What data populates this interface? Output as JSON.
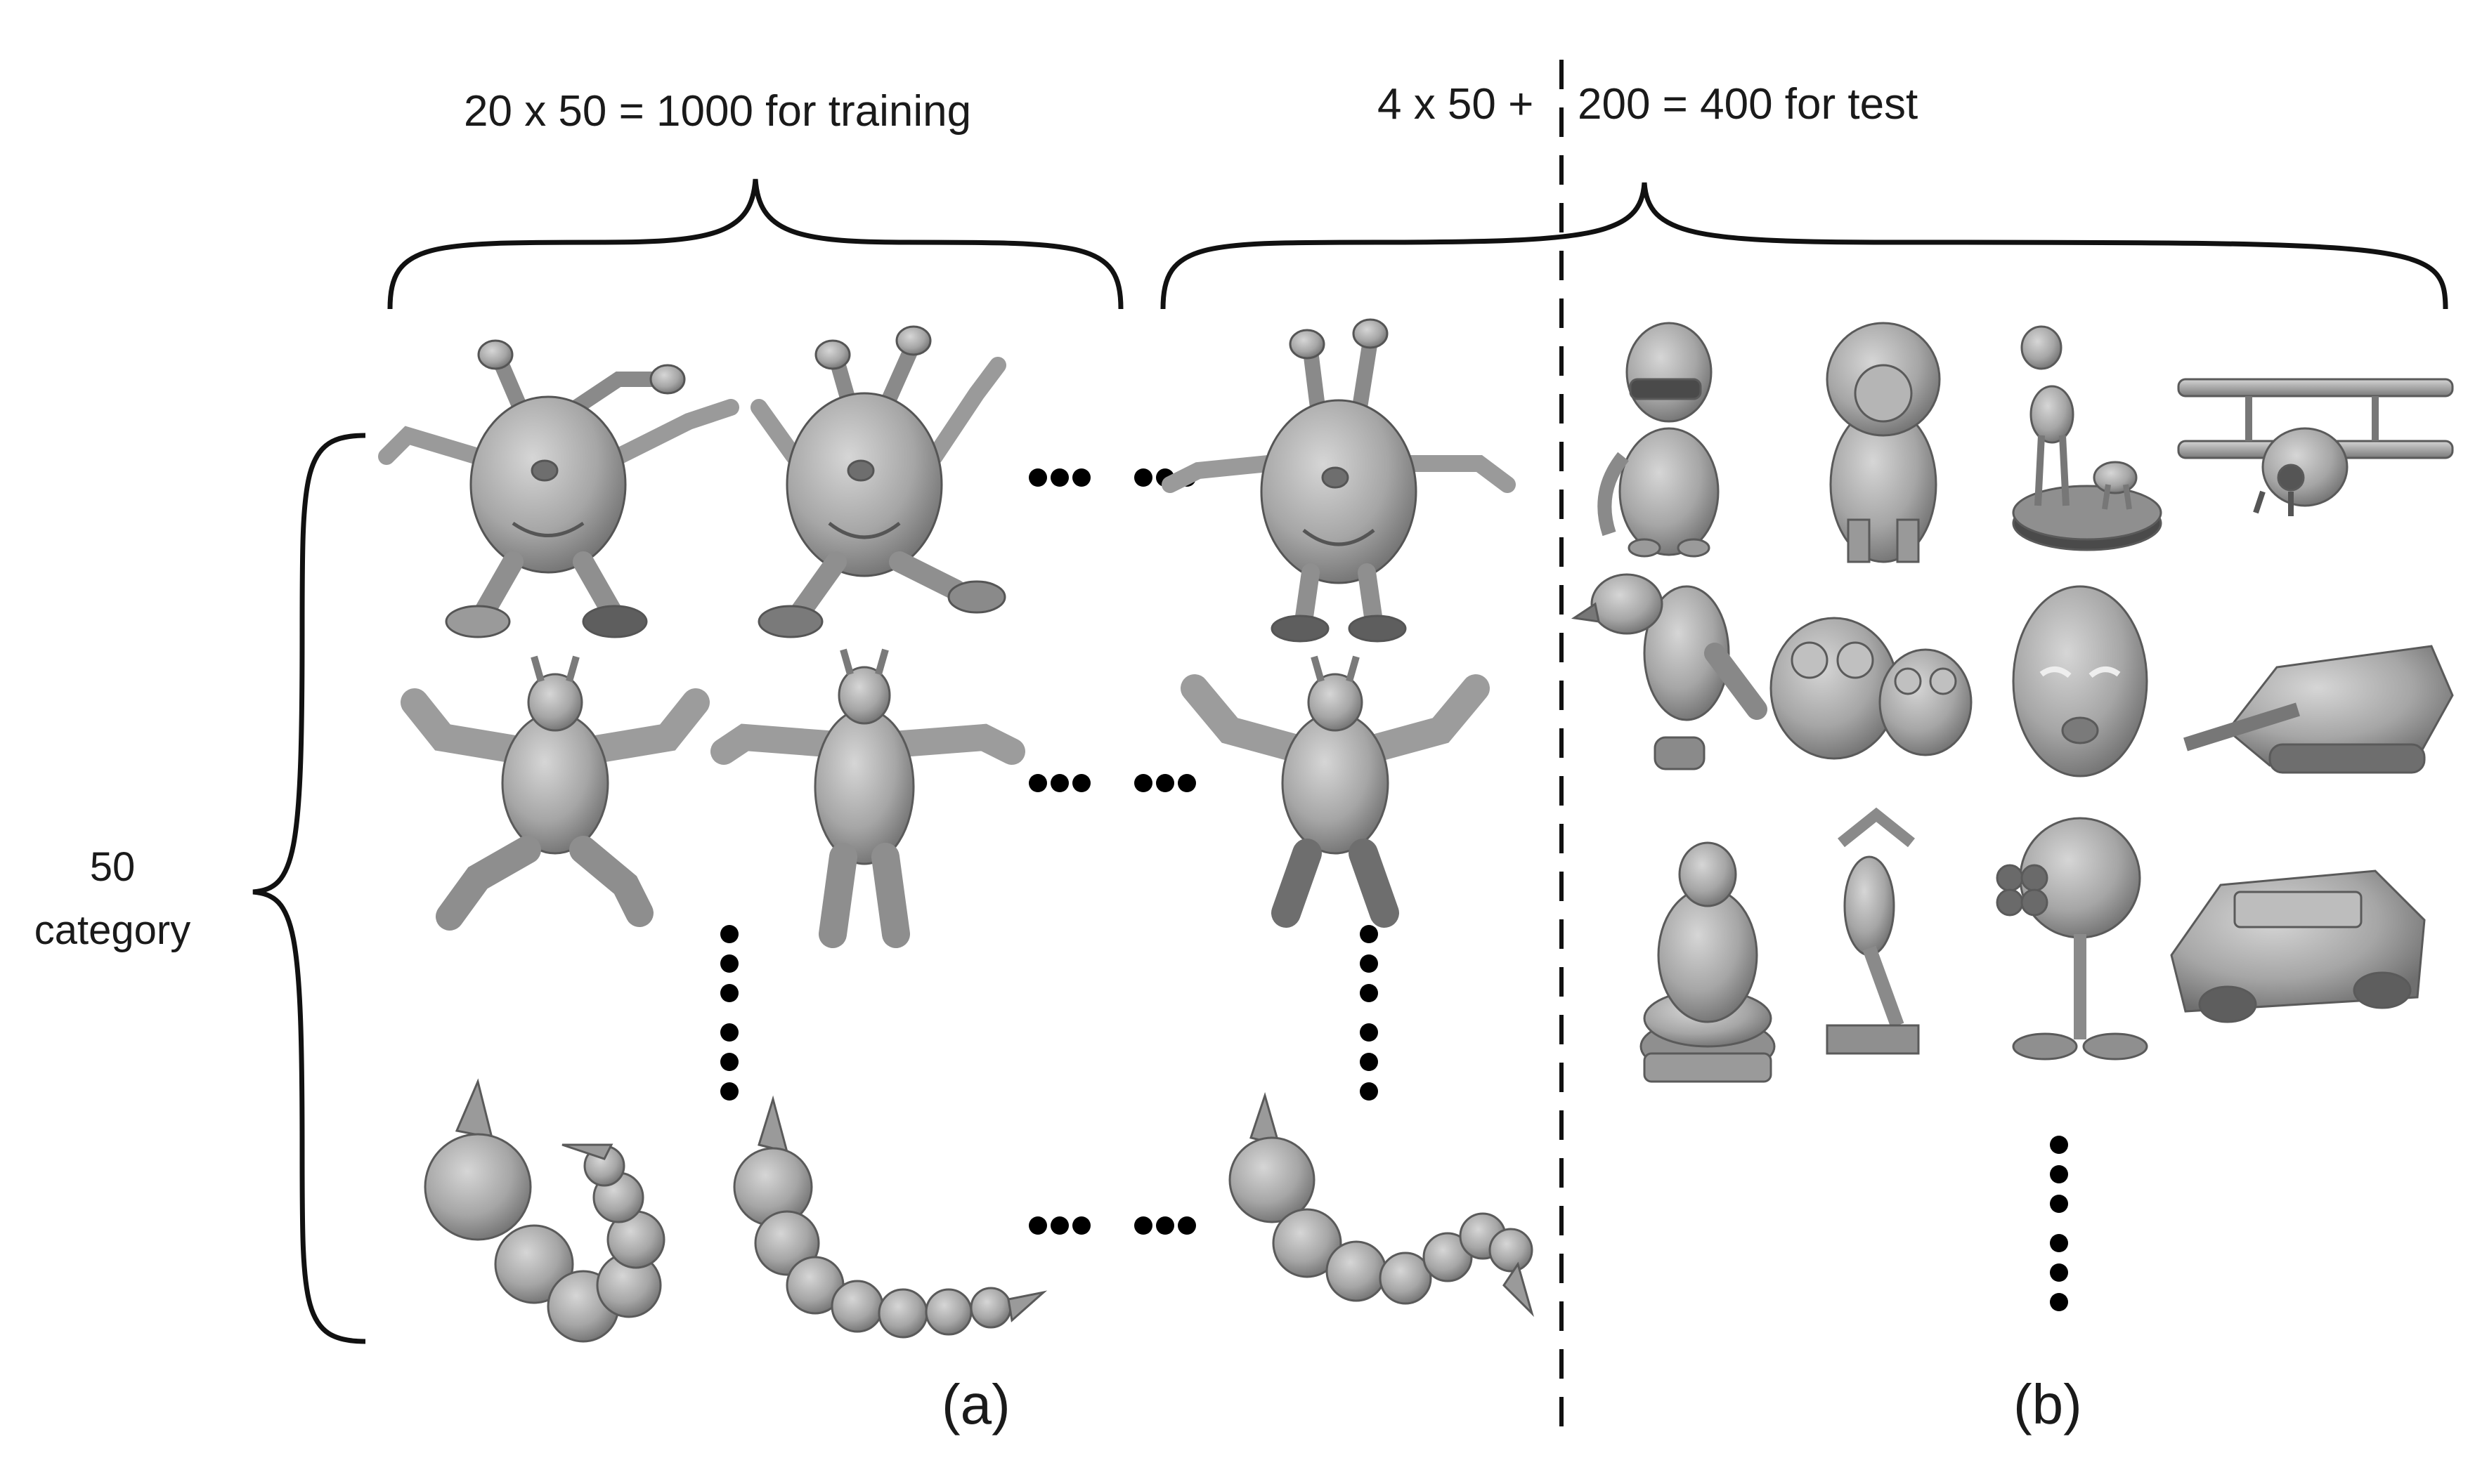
{
  "labels": {
    "training": "20 x 50 = 1000 for training",
    "test_part1": "4 x 50 +",
    "test_part2": "200 = 400 for test",
    "category_line1": "50",
    "category_line2": "category",
    "panel_a": "(a)",
    "panel_b": "(b)"
  },
  "panel_a": {
    "rows": [
      {
        "name": "alien-creature",
        "shown_models": 3
      },
      {
        "name": "horned-humanoid",
        "shown_models": 3
      },
      {
        "name": "segmented-worm",
        "shown_models": 3
      }
    ]
  },
  "panel_b": {
    "test_models": [
      "duck-creature",
      "lion",
      "deer-statue",
      "biplane",
      "crow",
      "owls",
      "face-mask",
      "tank",
      "buddha-statue",
      "dancer-statue",
      "peashooter-plant",
      "car"
    ]
  },
  "colors": {
    "text": "#1a1a1a",
    "line": "#111111",
    "model_fill": "#a9a9a9",
    "model_dark": "#6e6e6e",
    "model_light": "#c8c8c8"
  }
}
